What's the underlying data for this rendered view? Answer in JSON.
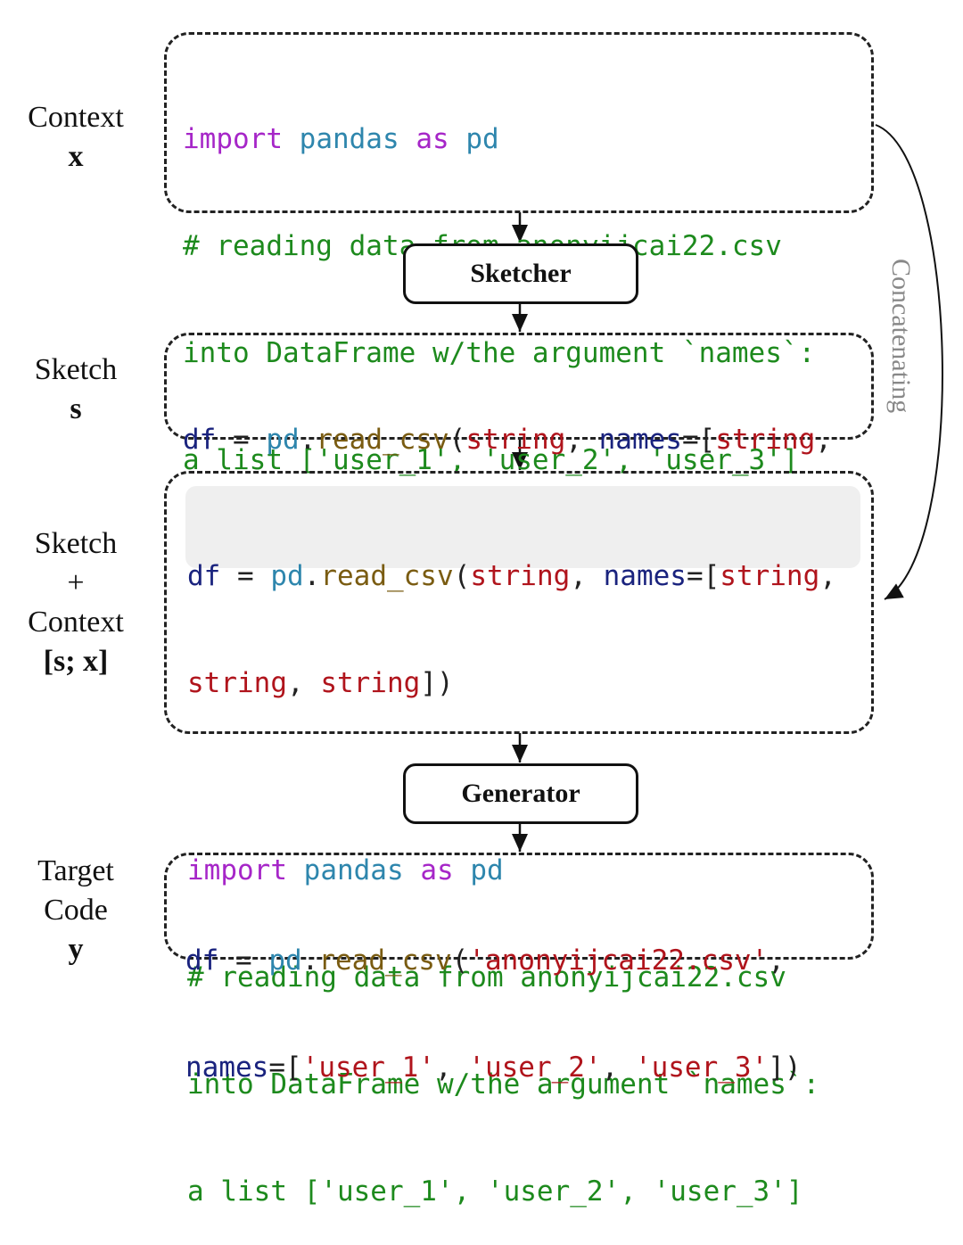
{
  "labels": {
    "context": {
      "word": "Context",
      "symbol": "x"
    },
    "sketch": {
      "word": "Sketch",
      "symbol": "s"
    },
    "combined": {
      "word1": "Sketch",
      "plus": "+",
      "word2": "Context",
      "symbol": "[s; x]"
    },
    "target": {
      "word1": "Target",
      "word2": "Code",
      "symbol": "y"
    }
  },
  "processes": {
    "sketcher": "Sketcher",
    "generator": "Generator"
  },
  "edge_label": "Concatenating",
  "code": {
    "import_kw": "import",
    "import_mod": "pandas",
    "as_kw": "as",
    "alias": "pd",
    "comment_1": "# reading data from anonyijcai22.csv",
    "comment_2": "into DataFrame w/the argument `names`:",
    "comment_3": "a list ['user_1', 'user_2', 'user_3']",
    "df": "df",
    "eq": " = ",
    "dot": ".",
    "read_csv": "read_csv",
    "paren_open": "(",
    "placeholder": "string",
    "comma_sp": ", ",
    "names_kw": "names",
    "eq_bracket": "=[",
    "comma_end": ",",
    "close_end": "])",
    "csv_literal": "'anonyijcai22.csv'",
    "user_1": "'user_1'",
    "user_2": "'user_2'",
    "user_3": "'user_3'"
  }
}
